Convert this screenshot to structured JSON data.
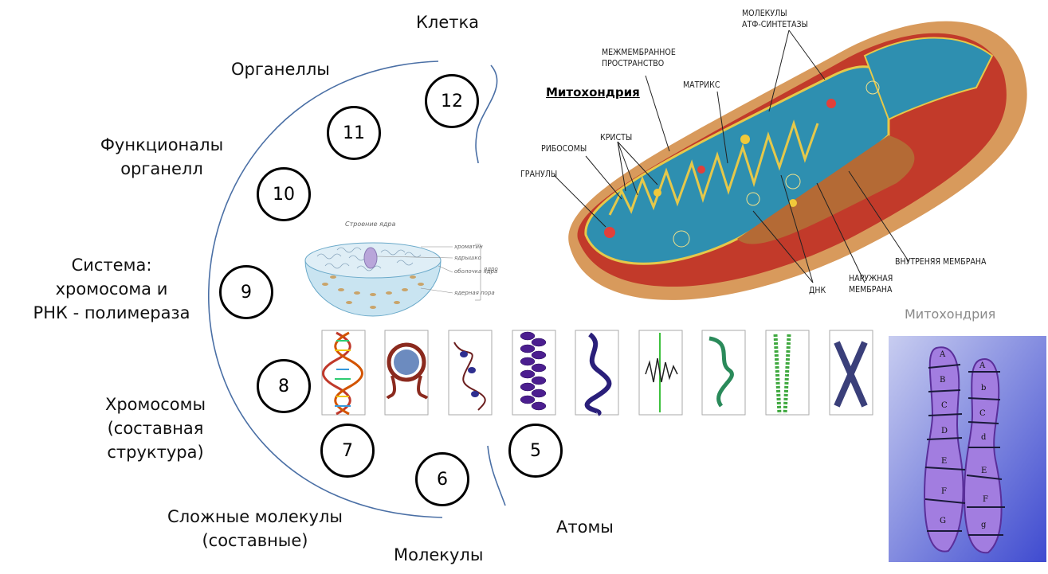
{
  "labels": {
    "cell": "Клетка",
    "organelles": "Органеллы",
    "functional": "Функционалы\nорганелл",
    "system": "Система:\nхромосома и\nРНК - полимераза",
    "chromosomes": "Хромосомы\n(составная\nструктура)",
    "complex_molecules": "Сложные молекулы\n(составные)",
    "molecules": "Молекулы",
    "atoms": "Атомы"
  },
  "levels": [
    "12",
    "11",
    "10",
    "9",
    "8",
    "7",
    "6",
    "5"
  ],
  "nucleus": {
    "title": "Строение ядра",
    "parts": [
      "хроматин",
      "ядрышко",
      "оболочка ядра",
      "ядерная пора"
    ],
    "group": "ядро"
  },
  "mitochondria": {
    "title": "Митохондрия",
    "caption": "Митохондрия",
    "parts": {
      "atp": "МОЛЕКУЛЫ\nАТФ-СИНТЕТАЗЫ",
      "intermembrane": "МЕЖМЕМБРАННОЕ\nПРОСТРАНСТВО",
      "matrix": "МАТРИКС",
      "cristae": "КРИСТЫ",
      "ribosomes": "РИБОСОМЫ",
      "granules": "ГРАНУЛЫ",
      "inner": "ВНУТРЕНЯЯ МЕМБРАНА",
      "outer": "НАРУЖНАЯ\nМЕМБРАНА",
      "dna": "ДНК"
    }
  },
  "chromosome_bands": [
    "A",
    "B",
    "C",
    "D",
    "E",
    "F",
    "G",
    "A",
    "b",
    "C",
    "d",
    "E",
    "F",
    "g"
  ]
}
